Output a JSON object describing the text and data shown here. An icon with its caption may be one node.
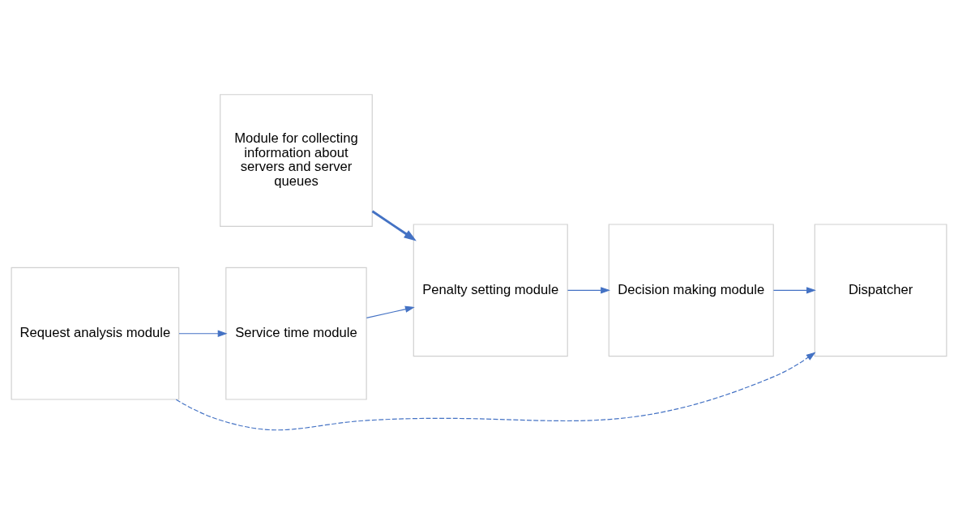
{
  "diagram": {
    "nodes": [
      {
        "text": [
          "Module for collecting information about servers and server queues"
        ]
      },
      {
        "text": [
          "Request analysis module"
        ]
      },
      {
        "text": [
          "Service time module"
        ]
      },
      {
        "text": [
          "Penalty setting module"
        ]
      },
      {
        "text": [
          "Decision making module"
        ]
      },
      {
        "text": [
          "Dispatcher"
        ]
      }
    ],
    "edges": [
      {
        "from": 0,
        "to": 3,
        "arrow": "to",
        "style": "thick"
      },
      {
        "from": 1,
        "to": 2,
        "arrow": "to"
      },
      {
        "from": 2,
        "to": 3,
        "arrow": "to"
      },
      {
        "from": 3,
        "to": 4,
        "arrow": "to"
      },
      {
        "from": 4,
        "to": 5,
        "arrow": "to"
      },
      {
        "from": 1,
        "to": 5,
        "arrow": "to",
        "style": "dashed"
      }
    ]
  }
}
